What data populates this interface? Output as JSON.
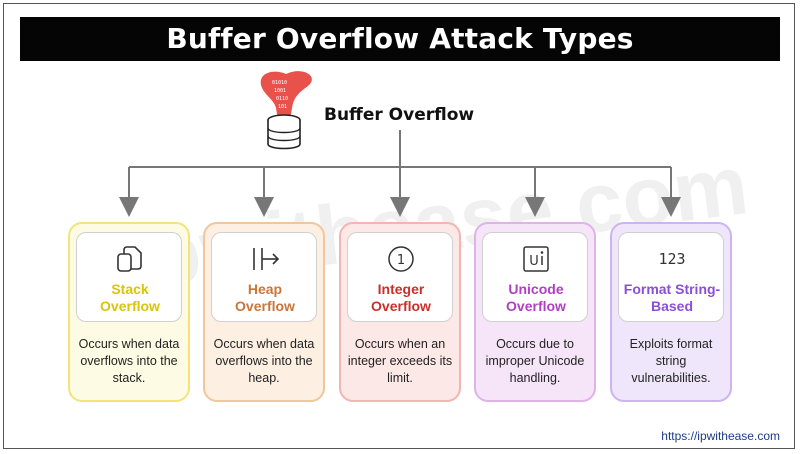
{
  "title": "Buffer Overflow Attack Types",
  "root": {
    "label": "Buffer Overflow",
    "icon": "database-binary-icon"
  },
  "watermark": "ipwithease.com",
  "footer_url": "https://ipwithease.com",
  "colors": {
    "title_bg": "#050505",
    "connector": "#777777",
    "stack": "#e6d20e",
    "heap": "#c8763a",
    "integer": "#c9302c",
    "unicode": "#b13fc4",
    "format": "#8b4fd6"
  },
  "cards": [
    {
      "title": "Stack\nOverflow",
      "description": "Occurs when data overflows into the stack.",
      "icon": "stack-copy-icon"
    },
    {
      "title": "Heap\nOverflow",
      "description": "Occurs when data overflows into the heap.",
      "icon": "arrow-right-bar-icon"
    },
    {
      "title": "Integer\nOverflow",
      "description": "Occurs when an integer exceeds its limit.",
      "icon": "circled-one-icon"
    },
    {
      "title": "Unicode\nOverflow",
      "description": "Occurs due to improper Unicode handling.",
      "icon": "unicode-icon"
    },
    {
      "title": "Format String-\nBased",
      "description": "Exploits format string vulnerabilities.",
      "icon": "numbers-123-icon"
    }
  ],
  "icon_text": {
    "integer": "1",
    "unicode": "U",
    "format": "123"
  }
}
